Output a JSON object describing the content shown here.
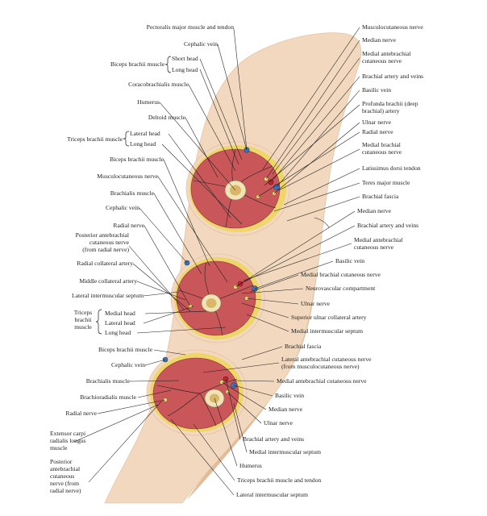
{
  "labels": {
    "pectoralis_major": "Pectoralis major muscle and tendon",
    "cephalic_vein_1": "Cephalic vein",
    "biceps_group_1": "Biceps brachii muscle",
    "short_head": "Short head",
    "long_head_1": "Long head",
    "coracobrachialis": "Coracobrachialis muscle",
    "humerus_1": "Humerus",
    "deltoid": "Deltoid muscle",
    "triceps_group_1": "Triceps brachii muscle",
    "lateral_head_1": "Lateral head",
    "long_head_2": "Long head",
    "biceps_2": "Biceps brachii muscle",
    "musculocutaneous_2": "Musculocutaneous nerve",
    "brachialis_2": "Brachialis muscle",
    "cephalic_vein_2": "Cephalic vein",
    "radial_nerve_2": "Radial nerve",
    "post_antebrachial_2_l1": "Posterior antebrachial",
    "post_antebrachial_2_l2": "cutaneous nerve",
    "post_antebrachial_2_l3": "(from radial nerve)",
    "radial_collateral": "Radial collateral artery",
    "middle_collateral": "Middle collateral artery",
    "lateral_intermuscular_2": "Lateral intermuscular septum",
    "triceps_group_2_l1": "Triceps",
    "triceps_group_2_l2": "brachii",
    "triceps_group_2_l3": "muscle",
    "medial_head": "Medial head",
    "lateral_head_2": "Lateral head",
    "long_head_3": "Long head",
    "biceps_3": "Biceps brachii muscle",
    "cephalic_vein_3": "Cephalic vein",
    "brachialis_3": "Brachialis muscle",
    "brachioradialis": "Brachioradialis muscle",
    "radial_nerve_3": "Radial nerve",
    "ecrl_l1": "Extensor carpi",
    "ecrl_l2": "radialis longus",
    "ecrl_l3": "muscle",
    "post_antebrachial_3_l1": "Posterior",
    "post_antebrachial_3_l2": "antebrachial",
    "post_antebrachial_3_l3": "cutaneous",
    "post_antebrachial_3_l4": "nerve (from",
    "post_antebrachial_3_l5": "radial nerve)",
    "musculocutaneous_1": "Musculocutaneous nerve",
    "median_nerve_1": "Median nerve",
    "med_antebrachial_1_l1": "Medial antebrachial",
    "med_antebrachial_1_l2": "cutaneous nerve",
    "brachial_artery_1": "Brachial artery and veins",
    "basilic_vein_1": "Basilic vein",
    "profunda_l1": "Profunda brachii (deep",
    "profunda_l2": "brachial) artery",
    "ulnar_nerve_1": "Ulnar nerve",
    "radial_nerve_1": "Radial nerve",
    "med_brachial_1_l1": "Medial brachial",
    "med_brachial_1_l2": "cutaneous nerve",
    "latissimus": "Latissimus dorsi tendon",
    "teres_major": "Teres major muscle",
    "brachial_fascia_1": "Brachial fascia",
    "median_nerve_2": "Median nerve",
    "brachial_artery_2": "Brachial artery and veins",
    "med_antebrachial_2_l1": "Medial antebrachial",
    "med_antebrachial_2_l2": "cutaneous nerve",
    "basilic_vein_2": "Basilic vein",
    "med_brachial_2": "Medial brachial cutaneous nerve",
    "neurovascular": "Neurovascular compartment",
    "ulnar_nerve_2": "Ulnar nerve",
    "superior_ulnar": "Superior ulnar collateral artery",
    "medial_intermuscular_2": "Medial intermuscular septum",
    "brachial_fascia_3": "Brachial fascia",
    "lat_antebrachial_l1": "Lateral antebrachial cutaneous nerve",
    "lat_antebrachial_l2": "(from musculocutaneous nerve)",
    "med_antebrachial_3": "Medial antebrachial cutaneous nerve",
    "basilic_vein_3": "Basilic vein",
    "median_nerve_3": "Median nerve",
    "ulnar_nerve_3": "Ulnar nerve",
    "brachial_artery_3": "Brachial artery and veins",
    "medial_intermuscular_3": "Medial intermuscular septum",
    "humerus_3": "Humerus",
    "triceps_tendon": "Triceps brachii muscle and tendon",
    "lateral_intermuscular_3": "Lateral intermuscular septum"
  },
  "colors": {
    "skin": "#f2d8bf",
    "skin_shadow": "#e2bb98",
    "muscle": "#c9575a",
    "muscle_light": "#dd8a84",
    "fat": "#efd66a",
    "bone": "#f1e3b8",
    "marrow": "#d9b769",
    "artery": "#c2272d",
    "vein": "#3d74b5",
    "nerve": "#f3e47a"
  }
}
